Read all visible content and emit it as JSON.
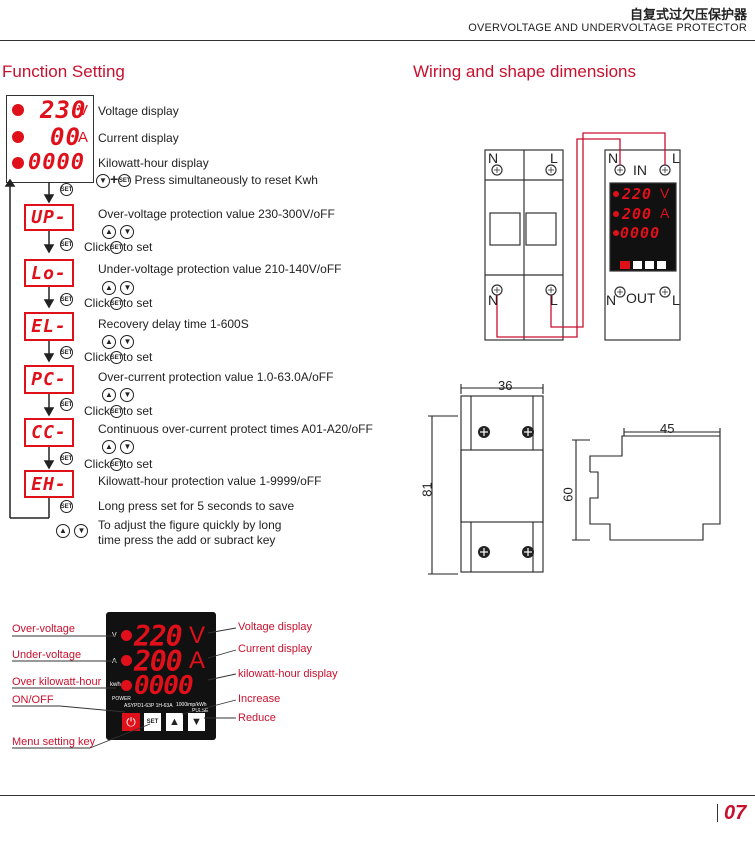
{
  "header": {
    "title_cn": "自复式过欠压保护器",
    "title_en": "OVERVOLTAGE AND UNDERVOLTAGE PROTECTOR"
  },
  "function_setting": {
    "title": "Function Setting",
    "display_digits": [
      "230",
      "00",
      "0000"
    ],
    "display_units": [
      "V",
      "A"
    ],
    "display_labels": [
      "Voltage display",
      "Current display",
      "Kilowatt-hour display"
    ],
    "reset_note": "Press simultaneously to reset Kwh",
    "set_key": "SET",
    "click_prefix": "Click",
    "click_suffix": "to set",
    "steps": [
      {
        "code": "UP-",
        "desc": "Over-voltage protection value 230-300V/oFF"
      },
      {
        "code": "Lo-",
        "desc": "Under-voltage protection value 210-140V/oFF"
      },
      {
        "code": "EL-",
        "desc": "Recovery delay time 1-600S"
      },
      {
        "code": "PC-",
        "desc": "Over-current protection value 1.0-63.0A/oFF"
      },
      {
        "code": "CC-",
        "desc": "Continuous over-current protect times A01-A20/oFF"
      },
      {
        "code": "EH-",
        "desc": "Kilowatt-hour protection value 1-9999/oFF"
      }
    ],
    "long_press": "Long press set for 5 seconds to save",
    "adjust_line1": "To adjust the figure quickly by long",
    "adjust_line2": "time press the add or subract key"
  },
  "wiring": {
    "title": "Wiring and shape dimensions",
    "n": "N",
    "l": "L",
    "in": "IN",
    "out": "OUT",
    "mini_digits": [
      "220",
      "200",
      "0000"
    ],
    "mini_units": [
      "V",
      "A"
    ]
  },
  "dimensions": {
    "front_width": "36",
    "front_height": "81",
    "side_width": "45",
    "side_height": "60"
  },
  "panel": {
    "digits": [
      "220",
      "200",
      "0000"
    ],
    "units": [
      "V",
      "A"
    ],
    "side_v": "V",
    "side_a": "A",
    "side_kwh": "kwh",
    "power": "POWER",
    "model": "ASYPD1-63P 1H-63A",
    "pulse_rate": "1000imp/kWh",
    "pulse": "PULSE",
    "set_label": "SET",
    "left_labels": [
      "Over-voltage",
      "Under-voltage",
      "Over kilowatt-hour",
      "ON/OFF",
      "Menu setting key"
    ],
    "right_labels": [
      "Voltage display",
      "Current display",
      "kilowatt-hour display",
      "Increase",
      "Reduce"
    ]
  },
  "footer": {
    "page": "07"
  },
  "colors": {
    "accent": "#c8102e",
    "segment": "#e0101a"
  }
}
